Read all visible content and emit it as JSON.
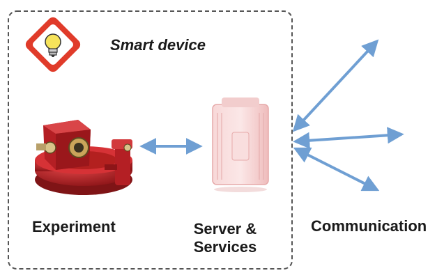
{
  "title": "Smart device",
  "labels": {
    "experiment": "Experiment",
    "server_line1": "Server &",
    "server_line2": "Services",
    "communication": "Communication"
  },
  "icons": {
    "device_badge": "lightbulb-warning-icon",
    "experiment": "experiment-apparatus-icon",
    "server": "server-tower-icon"
  },
  "colors": {
    "arrow": "#6f9fd3",
    "badge_red": "#e03b2a",
    "bulb_yellow": "#f6e35a",
    "apparatus_red": "#c0262b",
    "server_pink": "#f4c7c7",
    "border": "#555555"
  }
}
